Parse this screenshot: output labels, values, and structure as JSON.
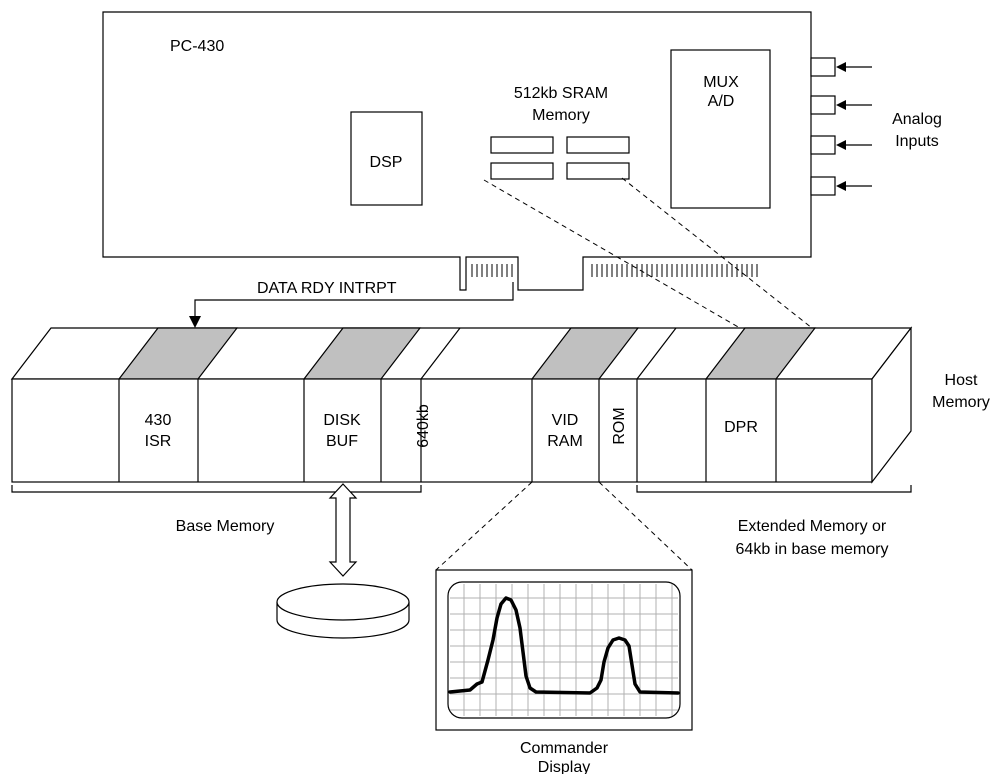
{
  "diagram": {
    "labels": {
      "board_name": "PC-430",
      "sram_line1": "512kb SRAM",
      "sram_line2": "Memory",
      "mux_line1": "MUX",
      "mux_line2": "A/D",
      "dsp": "DSP",
      "analog_line1": "Analog",
      "analog_line2": "Inputs",
      "interrupt": "DATA RDY INTRPT",
      "host_line1": "Host",
      "host_line2": "Memory",
      "isr_line1": "430",
      "isr_line2": "ISR",
      "disk_line1": "DISK",
      "disk_line2": "BUF",
      "mark_640kb": "640kb",
      "vid_line1": "VID",
      "vid_line2": "RAM",
      "rom": "ROM",
      "dpr": "DPR",
      "base_memory": "Base Memory",
      "ext_line1": "Extended Memory or",
      "ext_line2": "64kb in base memory",
      "display_line1": "Commander",
      "display_line2": "Display"
    },
    "colors": {
      "stroke": "#000000",
      "highlight_fill": "#c0c0c0",
      "grid": "#b0b0b0",
      "background": "#ffffff"
    }
  }
}
